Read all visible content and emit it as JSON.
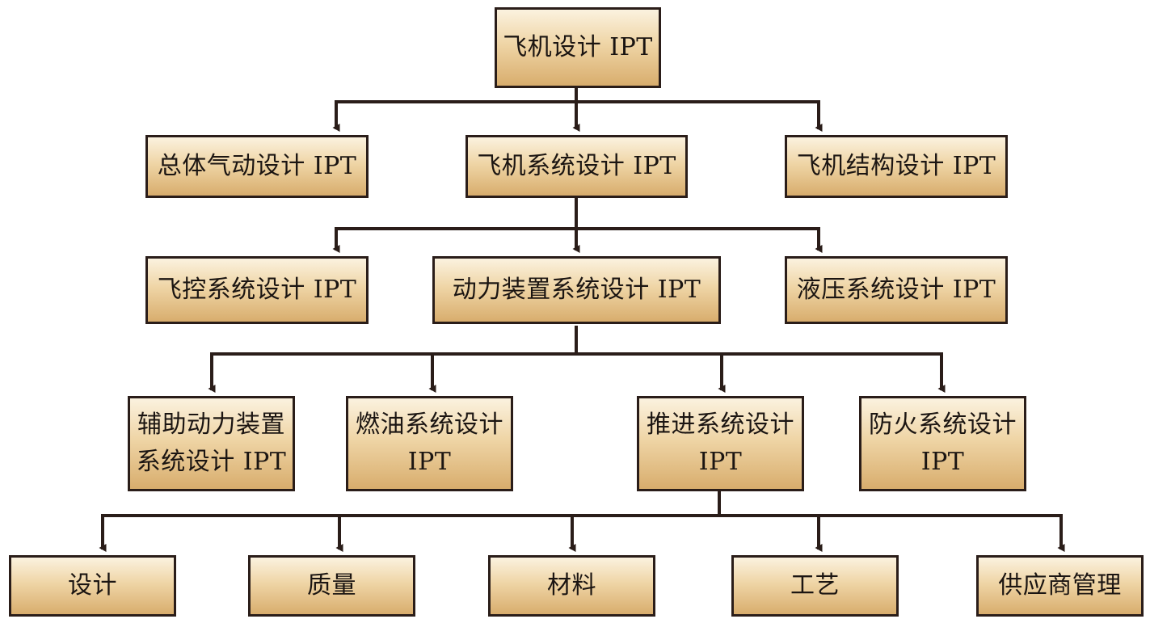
{
  "diagram": {
    "root": "飞机设计 IPT",
    "level1": [
      "总体气动设计  IPT",
      "飞机系统设计  IPT",
      "飞机结构设计  IPT"
    ],
    "level2": [
      "飞控系统设计  IPT",
      "动力装置系统设计  IPT",
      "液压系统设计  IPT"
    ],
    "level3": [
      "辅助动力装置\n系统设计 IPT",
      "燃油系统设计\nIPT",
      "推进系统设计\nIPT",
      "防火系统设计\nIPT"
    ],
    "level4": [
      "设计",
      "质量",
      "材料",
      "工艺",
      "供应商管理"
    ]
  },
  "colors": {
    "line": "#2a1d19",
    "box_border": "#2a1d19",
    "box_top": "#fbf2df",
    "box_bottom": "#d8ad6d"
  }
}
